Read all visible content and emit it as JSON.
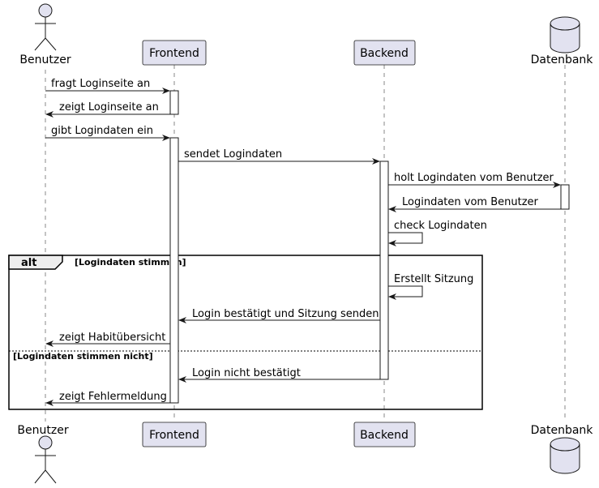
{
  "participants": {
    "p1": {
      "label": "Benutzer",
      "kind": "actor"
    },
    "p2": {
      "label": "Frontend",
      "kind": "participant"
    },
    "p3": {
      "label": "Backend",
      "kind": "participant"
    },
    "p4": {
      "label": "Datenbank",
      "kind": "database"
    }
  },
  "messages": {
    "m1": "fragt Loginseite an",
    "m2": "zeigt Loginseite an",
    "m3": "gibt Logindaten ein",
    "m4": "sendet Logindaten",
    "m5": "holt Logindaten vom Benutzer",
    "m6": "Logindaten vom Benutzer",
    "m7": "check Logindaten",
    "m8": "Erstellt Sitzung",
    "m9": "Login bestätigt und Sitzung senden",
    "m10": "zeigt Habitübersicht",
    "m11": "Login nicht bestätigt",
    "m12": "zeigt Fehlermeldung"
  },
  "fragment": {
    "operator": "alt",
    "guard1": "[Logindaten stimmen]",
    "guard2": "[Logindaten stimmen nicht]"
  },
  "colors": {
    "participant_fill": "#e2e2f0",
    "line": "#181818",
    "lifeline": "#8a8a8a"
  }
}
